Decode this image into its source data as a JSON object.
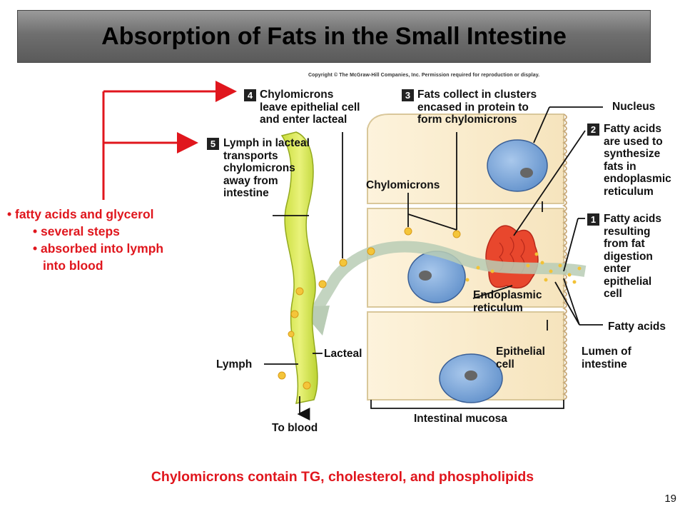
{
  "slide": {
    "title": "Absorption of Fats in the Small Intestine",
    "copyright": "Copyright © The McGraw-Hill Companies, Inc. Permission required for reproduction or display.",
    "bullets": [
      "fatty acids and glycerol",
      "several steps",
      "absorbed into lymph into blood"
    ],
    "footer_note": "Chylomicrons contain TG, cholesterol, and phospholipids",
    "slide_number": "19",
    "accent_color": "#e0161d"
  },
  "figure": {
    "steps": [
      {
        "num": "1",
        "text": [
          "Fatty acids",
          "resulting",
          "from fat",
          "digestion",
          "enter",
          "epithelial",
          "cell"
        ]
      },
      {
        "num": "2",
        "text": [
          "Fatty acids",
          "are used to",
          "synthesize",
          "fats in",
          "endoplasmic",
          "reticulum"
        ]
      },
      {
        "num": "3",
        "text": [
          "Fats collect in clusters",
          "encased in protein to",
          "form chylomicrons"
        ]
      },
      {
        "num": "4",
        "text": [
          "Chylomicrons",
          "leave epithelial cell",
          "and enter lacteal"
        ]
      },
      {
        "num": "5",
        "text": [
          "Lymph in lacteal",
          "transports",
          "chylomicrons",
          "away from",
          "intestine"
        ]
      }
    ],
    "labels": {
      "nucleus": "Nucleus",
      "chylomicrons": "Chylomicrons",
      "endoplasmic_reticulum": [
        "Endoplasmic",
        "reticulum"
      ],
      "fatty_acids": "Fatty acids",
      "epithelial_cell": [
        "Epithelial",
        "cell"
      ],
      "lumen": [
        "Lumen of",
        "intestine"
      ],
      "lacteal": "Lacteal",
      "lymph": "Lymph",
      "to_blood": "To blood",
      "intestinal_mucosa": "Intestinal mucosa"
    }
  }
}
